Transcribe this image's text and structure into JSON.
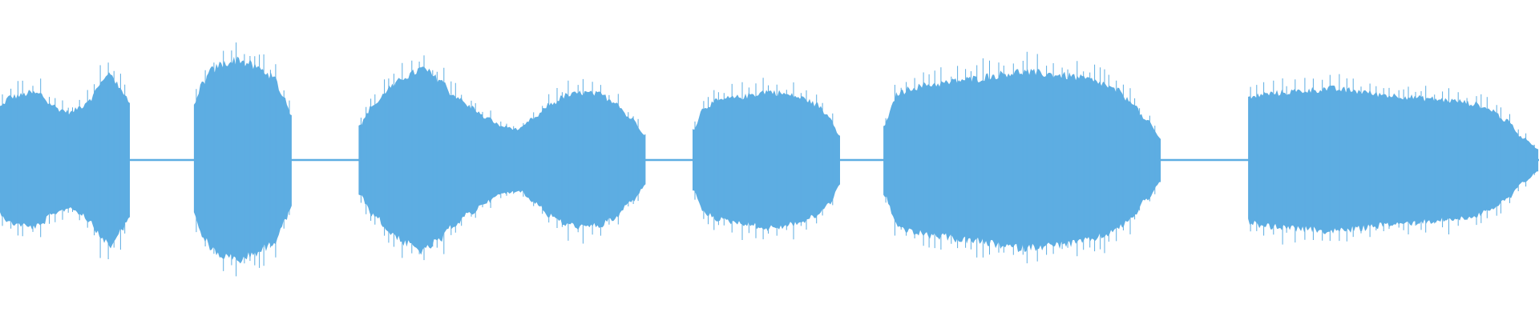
{
  "waveform": {
    "color": "#5dade2",
    "background": "#ffffff",
    "duration_fraction_scale": 1.0,
    "peak_scale": 1.0,
    "segments": [
      {
        "start": 0.0,
        "end": 0.085,
        "peaks": [
          0.38,
          0.45,
          0.46,
          0.48,
          0.47,
          0.4,
          0.36,
          0.34,
          0.38,
          0.44,
          0.55,
          0.62,
          0.5,
          0.42
        ]
      },
      {
        "start": 0.126,
        "end": 0.19,
        "peaks": [
          0.38,
          0.55,
          0.64,
          0.68,
          0.7,
          0.72,
          0.69,
          0.66,
          0.63,
          0.58,
          0.45,
          0.32
        ]
      },
      {
        "start": 0.233,
        "end": 0.42,
        "peaks": [
          0.25,
          0.4,
          0.52,
          0.6,
          0.65,
          0.58,
          0.46,
          0.38,
          0.3,
          0.24,
          0.22,
          0.3,
          0.4,
          0.46,
          0.48,
          0.47,
          0.42,
          0.3,
          0.18
        ]
      },
      {
        "start": 0.45,
        "end": 0.546,
        "peaks": [
          0.22,
          0.38,
          0.42,
          0.44,
          0.45,
          0.47,
          0.49,
          0.48,
          0.46,
          0.44,
          0.4,
          0.32,
          0.18
        ]
      },
      {
        "start": 0.574,
        "end": 0.755,
        "peaks": [
          0.25,
          0.48,
          0.52,
          0.54,
          0.55,
          0.57,
          0.58,
          0.6,
          0.62,
          0.63,
          0.62,
          0.61,
          0.6,
          0.58,
          0.55,
          0.5,
          0.42,
          0.28,
          0.15
        ]
      },
      {
        "start": 0.811,
        "end": 1.0,
        "peaks": [
          0.44,
          0.47,
          0.48,
          0.49,
          0.5,
          0.51,
          0.5,
          0.49,
          0.47,
          0.46,
          0.45,
          0.44,
          0.43,
          0.42,
          0.4,
          0.36,
          0.28,
          0.16,
          0.08
        ]
      }
    ],
    "silence_level": 0.015
  }
}
